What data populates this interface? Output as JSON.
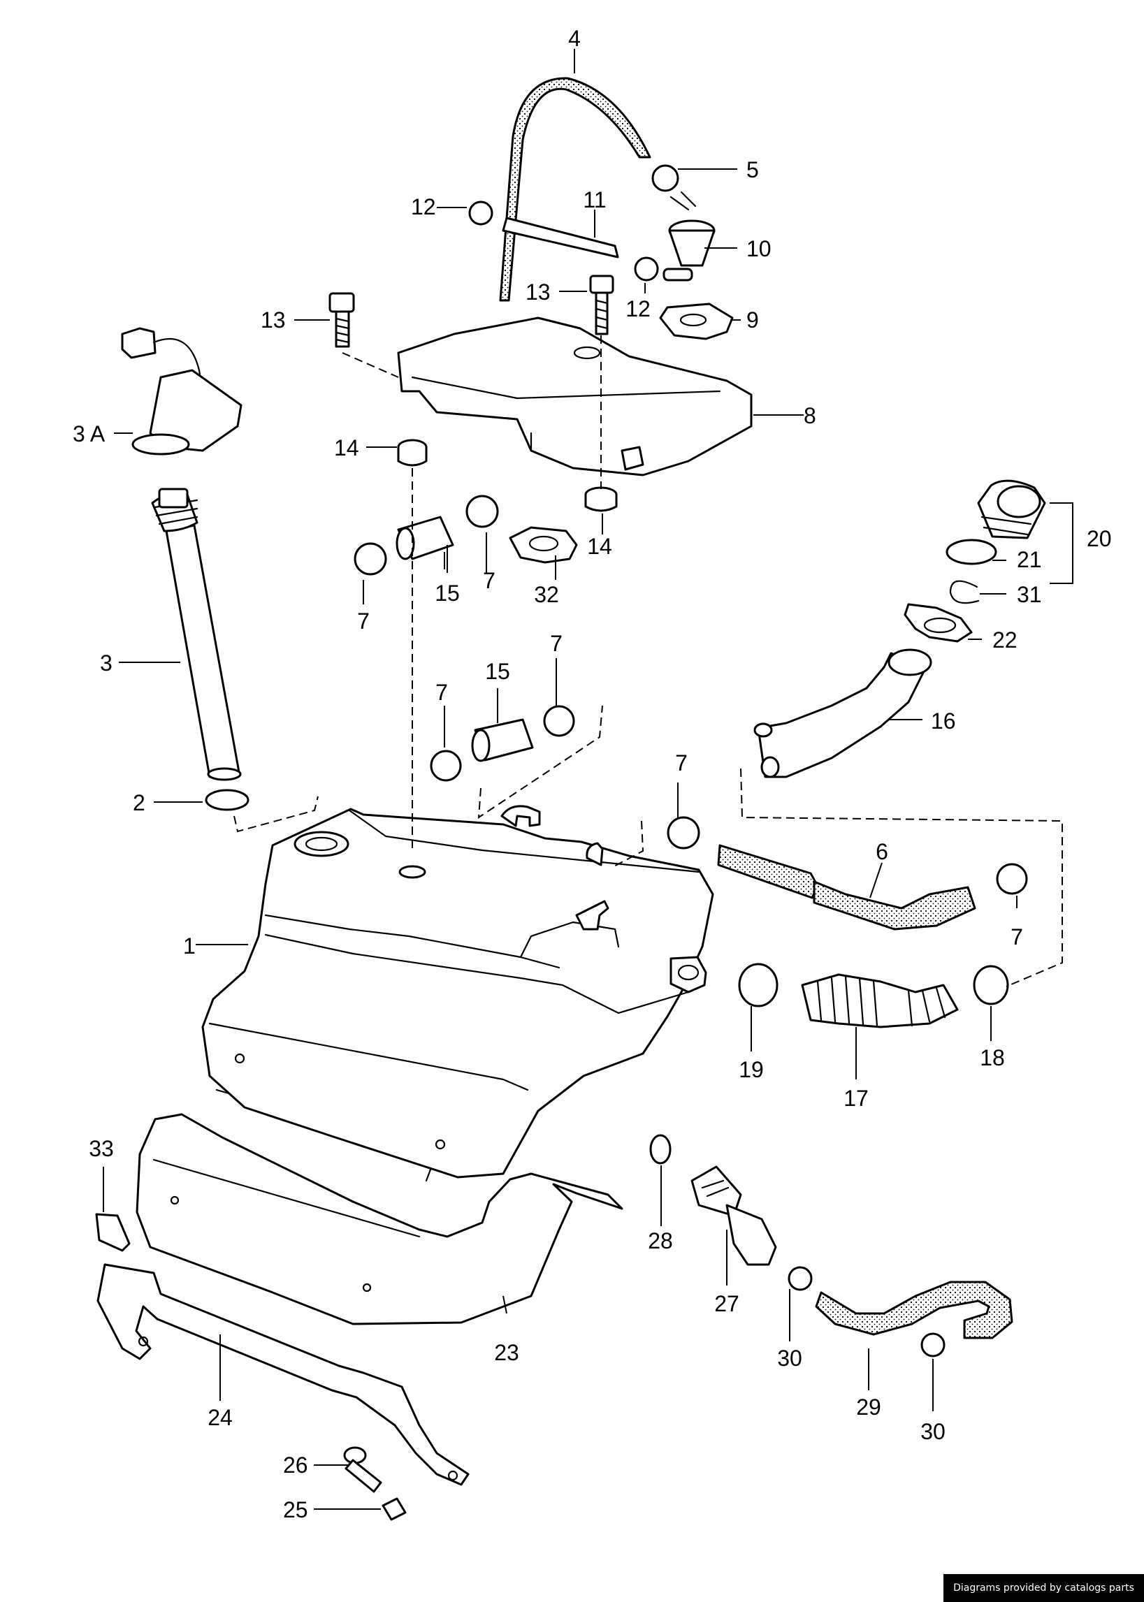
{
  "diagram": {
    "callouts": {
      "p1": "1",
      "p2": "2",
      "p3": "3",
      "p3a": "3 A",
      "p4": "4",
      "p5": "5",
      "p6": "6",
      "p7": "7",
      "p8": "8",
      "p9": "9",
      "p10": "10",
      "p11": "11",
      "p12": "12",
      "p13": "13",
      "p14": "14",
      "p15": "15",
      "p16": "16",
      "p17": "17",
      "p18": "18",
      "p19": "19",
      "p20": "20",
      "p21": "21",
      "p22": "22",
      "p23": "23",
      "p24": "24",
      "p25": "25",
      "p26": "26",
      "p27": "27",
      "p28": "28",
      "p29": "29",
      "p30": "30",
      "p31": "31",
      "p32": "32",
      "p33": "33"
    }
  },
  "footer": {
    "credit": "Diagrams provided by catalogs parts"
  }
}
